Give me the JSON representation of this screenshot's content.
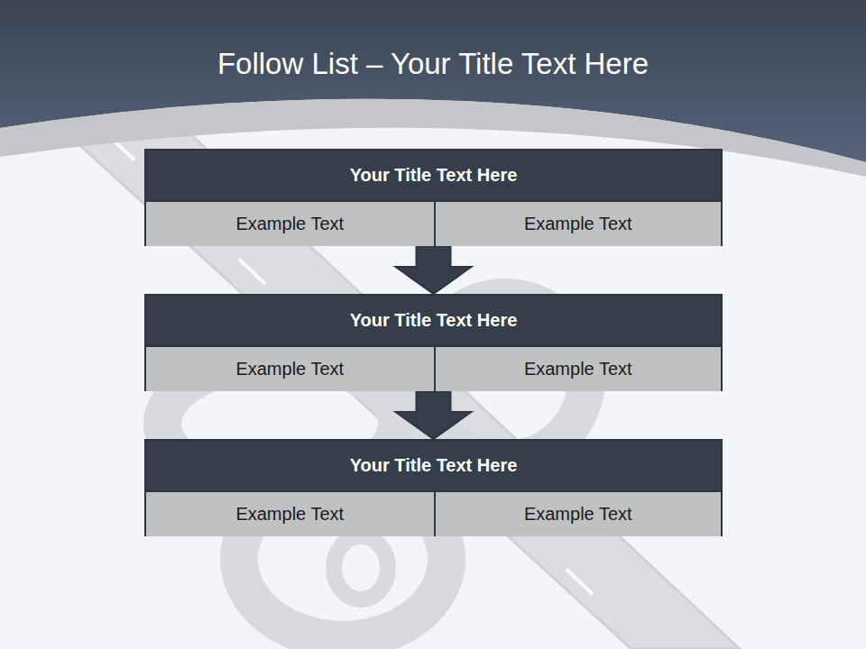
{
  "diagram": {
    "title": "Follow List  – Your Title Text Here",
    "nodes": [
      {
        "text": [
          "Your Title Text Here"
        ]
      },
      {
        "text": [
          "Example Text"
        ],
        "in": 0
      },
      {
        "text": [
          "Example Text"
        ],
        "in": 0
      },
      {
        "text": [
          "Your Title Text Here"
        ]
      },
      {
        "text": [
          "Example Text"
        ],
        "in": 3
      },
      {
        "text": [
          "Example Text"
        ],
        "in": 3
      },
      {
        "text": [
          "Your Title Text Here"
        ]
      },
      {
        "text": [
          "Example Text"
        ],
        "in": 6
      },
      {
        "text": [
          "Example Text"
        ],
        "in": 6
      }
    ],
    "edges": [
      {
        "from": 0,
        "to": 3,
        "arrow": "to"
      },
      {
        "from": 3,
        "to": 6,
        "arrow": "to"
      }
    ]
  }
}
